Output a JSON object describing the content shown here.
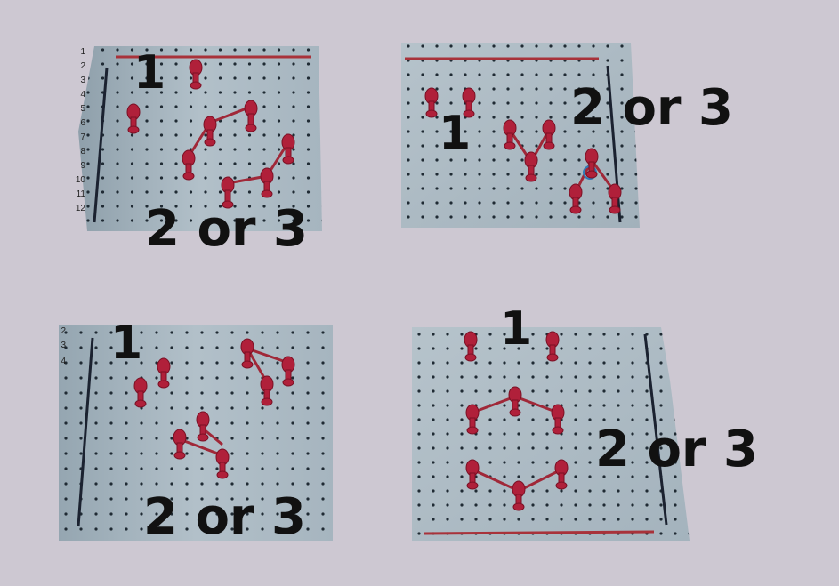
{
  "colors": {
    "background": "#cdc8d2",
    "board": "#a8b8c3",
    "board_edge": "#dfe5ea",
    "hole": "#1f2a33",
    "peg": "#b0203a",
    "peg_dark": "#7a1024",
    "band": "#a02838",
    "black_line": "#1b2230",
    "red_line": "#a8323a"
  },
  "panel1": {
    "row_numbers": [
      "1",
      "2",
      "3",
      "4",
      "5",
      "6",
      "7",
      "8",
      "9",
      "10",
      "11",
      "12"
    ],
    "label_one": "1",
    "label_two_or_three": "2 or 3"
  },
  "panel2": {
    "label_one": "1",
    "label_two_or_three": "2 or 3"
  },
  "panel3": {
    "row_numbers": [
      "2",
      "3",
      "4"
    ],
    "label_one": "1",
    "label_two_or_three": "2 or 3"
  },
  "panel4": {
    "label_one": "1",
    "label_two_or_three": "2 or 3"
  }
}
